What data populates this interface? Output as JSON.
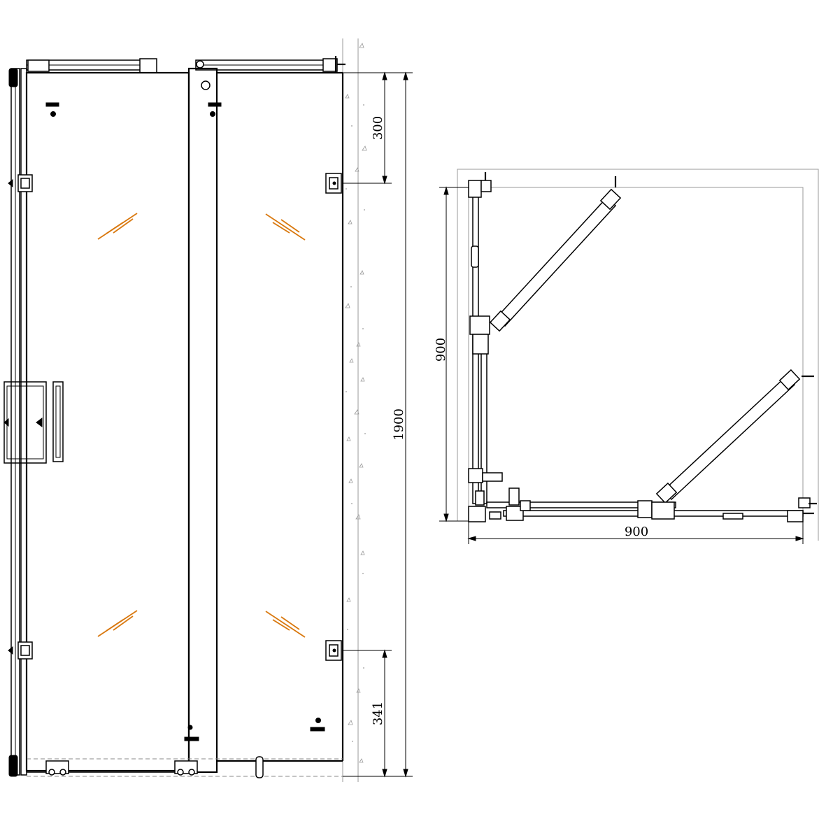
{
  "front_view": {
    "dim_top": "300",
    "dim_bottom": "341",
    "dim_height": "1900"
  },
  "plan_view": {
    "dim_depth": "900",
    "dim_width": "900"
  },
  "colors": {
    "glass_mark": "#d9780e",
    "line": "#000000",
    "wall_hatch": "#9a9a9a"
  }
}
